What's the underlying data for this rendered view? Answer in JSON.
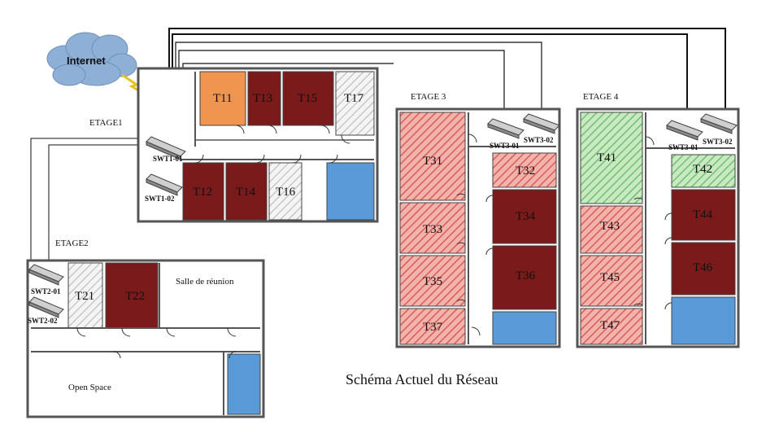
{
  "diagram": {
    "title": "Schéma Actuel du Réseau",
    "internet_label": "Internet",
    "floors": {
      "etage1": "ETAGE1",
      "etage2": "ETAGE2",
      "etage3": "ETAGE 3",
      "etage4": "ETAGE 4"
    },
    "rooms": {
      "t11": "T11",
      "t13": "T13",
      "t15": "T15",
      "t17": "T17",
      "t12": "T12",
      "t14": "T14",
      "t16": "T16",
      "t21": "T21",
      "t22": "T22",
      "salle": "Salle de réunion",
      "open_space": "Open Space",
      "t31": "T31",
      "t32": "T32",
      "t33": "T33",
      "t34": "T34",
      "t35": "T35",
      "t36": "T36",
      "t37": "T37",
      "t41": "T41",
      "t42": "T42",
      "t43": "T43",
      "t44": "T44",
      "t45": "T45",
      "t46": "T46",
      "t47": "T47"
    },
    "switches": {
      "swt1_01": "SWT1-01",
      "swt1_02": "SWT1-02",
      "swt2_01": "SWT2-01",
      "swt2_02": "SWT2-02",
      "swt3_01": "SWT3-01",
      "swt3_02": "SWT3-02",
      "swt4_01": "SWT3-01",
      "swt4_02": "SWT3-02"
    },
    "colors": {
      "dark_red": "#7a1a1a",
      "orange": "#ef9550",
      "blue": "#5a9ad8",
      "hatch_red": "#e87d7d",
      "hatch_green": "#8ed08e",
      "hatch_gray": "#bdbdbd"
    }
  }
}
